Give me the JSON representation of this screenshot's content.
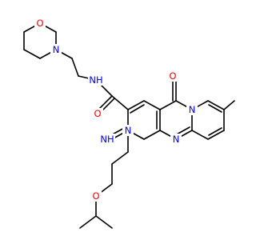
{
  "colors": {
    "nitrogen": "#0000ff",
    "oxygen": "#ff0000",
    "carbon": "#000000",
    "background": "#ffffff"
  },
  "atoms": {
    "morpholine_o": "O",
    "morpholine_n": "N",
    "amide_nh": "NH",
    "ring_n_left": "N",
    "ring_n_lower": "N",
    "ring_n_right": "N",
    "imine_nh": "NH",
    "carbonyl_o_amide": "O",
    "carbonyl_o_ring": "O",
    "ether_o": "O"
  }
}
